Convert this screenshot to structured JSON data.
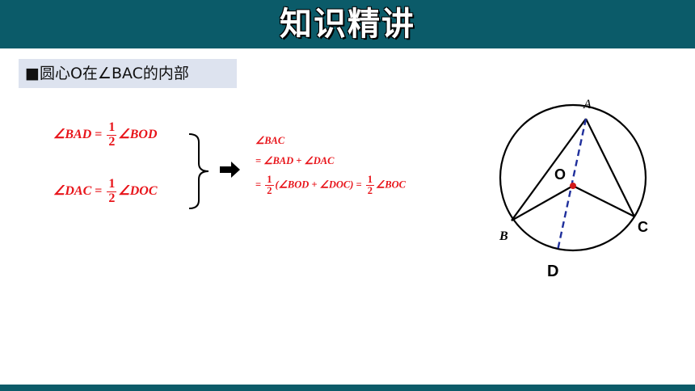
{
  "header": {
    "title": "知识精讲",
    "bg_color": "#0b5b69"
  },
  "section": {
    "label": "■圆心O在∠BAC的内部"
  },
  "equations": {
    "left": [
      {
        "lhs": "∠BAD",
        "eq": "=",
        "num": "1",
        "den": "2",
        "rhs": "∠BOD"
      },
      {
        "lhs": "∠DAC",
        "eq": "=",
        "num": "1",
        "den": "2",
        "rhs": "∠DOC"
      }
    ],
    "right": {
      "line1": "∠BAC",
      "line2": "= ∠BAD + ∠DAC",
      "line3_prefix": "=",
      "line3_num": "1",
      "line3_den": "2",
      "line3_mid": "(∠BOD + ∠DOC) =",
      "line3_num2": "1",
      "line3_den2": "2",
      "line3_end": "∠BOC"
    }
  },
  "figure": {
    "labels": {
      "A": "A",
      "B": "B",
      "C": "C",
      "D": "D",
      "O": "O"
    },
    "colors": {
      "lines": "#000000",
      "diameter": "#1f2f9c",
      "center": "#d11a1a"
    }
  }
}
